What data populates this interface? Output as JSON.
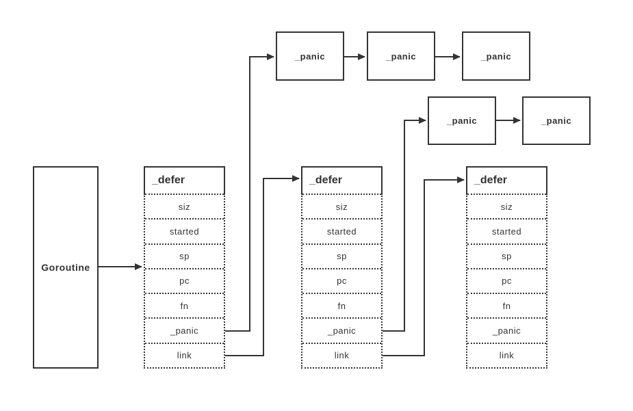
{
  "diagram": {
    "title": "goroutine defer and panic linked-list diagram",
    "colors": {
      "stroke": "#333333",
      "background": "#ffffff",
      "text": "#333333"
    }
  },
  "goroutine": {
    "label": "Goroutine"
  },
  "defer_boxes": [
    {
      "title": "_defer",
      "fields": [
        "siz",
        "started",
        "sp",
        "pc",
        "fn",
        "_panic",
        "link"
      ]
    },
    {
      "title": "_defer",
      "fields": [
        "siz",
        "started",
        "sp",
        "pc",
        "fn",
        "_panic",
        "link"
      ]
    },
    {
      "title": "_defer",
      "fields": [
        "siz",
        "started",
        "sp",
        "pc",
        "fn",
        "_panic",
        "link"
      ]
    }
  ],
  "panic_boxes": {
    "top_row": [
      "_panic",
      "_panic",
      "_panic"
    ],
    "middle_row": [
      "_panic",
      "_panic"
    ]
  },
  "connections": [
    {
      "from": "goroutine",
      "to": "defer-1"
    },
    {
      "from": "defer-1._panic",
      "to": "panic-top-1"
    },
    {
      "from": "panic-top-1",
      "to": "panic-top-2"
    },
    {
      "from": "panic-top-2",
      "to": "panic-top-3"
    },
    {
      "from": "defer-1.link",
      "to": "defer-2"
    },
    {
      "from": "defer-2._panic",
      "to": "panic-mid-1"
    },
    {
      "from": "panic-mid-1",
      "to": "panic-mid-2"
    },
    {
      "from": "defer-2.link",
      "to": "defer-3"
    }
  ]
}
